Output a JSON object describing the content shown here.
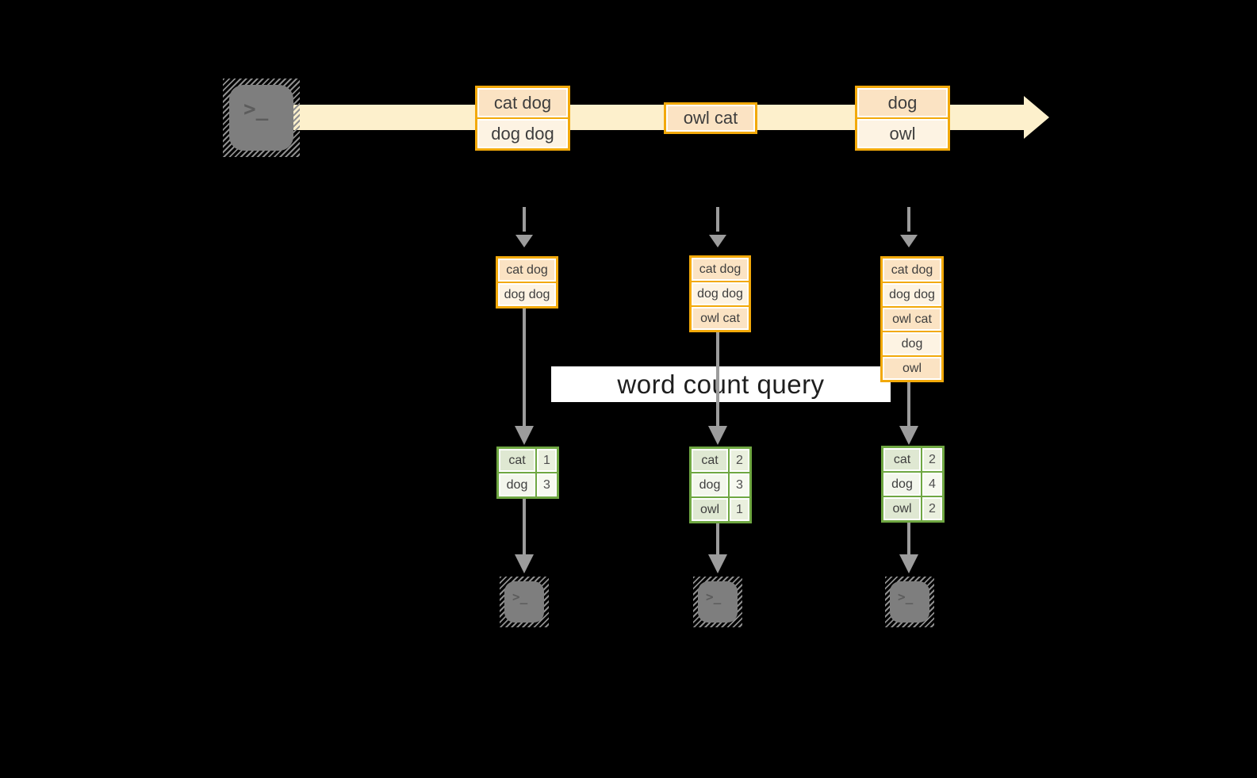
{
  "banner": {
    "label": "word count query"
  },
  "terminal_glyph": ">_",
  "colors": {
    "background": "#000000",
    "stream_band": "#FDF0CC",
    "event_border": "#F2A90A",
    "event_fill_dark": "#FBE3C3",
    "event_fill_light": "#FDF3E3",
    "table_border": "#6FA742",
    "table_fill_dark": "#DFE8D2",
    "table_fill_light": "#F3F6EC",
    "arrow_gray": "#9C9C9C",
    "terminal_gray": "#7E7E7E",
    "text": "#3E3E3E"
  },
  "stream_events": [
    {
      "rows": [
        "cat dog",
        "dog dog"
      ]
    },
    {
      "rows": [
        "owl cat"
      ]
    },
    {
      "rows": [
        "dog",
        "owl"
      ]
    }
  ],
  "columns": [
    {
      "buffer": [
        "cat dog",
        "dog dog"
      ],
      "counts": [
        {
          "word": "cat",
          "count": "1"
        },
        {
          "word": "dog",
          "count": "3"
        }
      ]
    },
    {
      "buffer": [
        "cat dog",
        "dog dog",
        "owl cat"
      ],
      "counts": [
        {
          "word": "cat",
          "count": "2"
        },
        {
          "word": "dog",
          "count": "3"
        },
        {
          "word": "owl",
          "count": "1"
        }
      ]
    },
    {
      "buffer": [
        "cat dog",
        "dog dog",
        "owl cat",
        "dog",
        "owl"
      ],
      "counts": [
        {
          "word": "cat",
          "count": "2"
        },
        {
          "word": "dog",
          "count": "4"
        },
        {
          "word": "owl",
          "count": "2"
        }
      ]
    }
  ]
}
